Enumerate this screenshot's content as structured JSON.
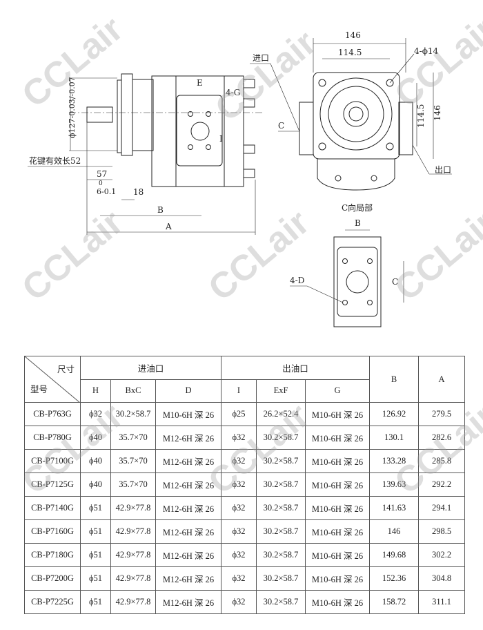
{
  "watermark": "CCLair",
  "drawing": {
    "side_view": {
      "dim_diameter": "ϕ127-0.03/-0.07",
      "spline_label": "花键有效长52",
      "dim_57": "57",
      "dim_6": "6-0.1",
      "dim_6_upper": "0",
      "dim_18": "18",
      "dim_B": "B",
      "dim_A": "A",
      "label_E": "E",
      "label_4G": "4-G",
      "label_I": "I"
    },
    "front_view": {
      "dim_146_top": "146",
      "dim_114_5_top": "114.5",
      "label_4phi14": "4-ϕ14",
      "dim_114_5_side": "114.5",
      "dim_146_side": "146",
      "inlet": "进口",
      "outlet": "出口",
      "label_C": "C"
    },
    "detail_view": {
      "title": "C向局部",
      "label_B": "B",
      "label_C": "C",
      "label_4D": "4-D"
    }
  },
  "table": {
    "corner_top": "尺寸",
    "corner_bottom": "型号",
    "inlet_group": "进油口",
    "outlet_group": "出油口",
    "columns": [
      "H",
      "BxC",
      "D",
      "I",
      "ExF",
      "G",
      "B",
      "A"
    ],
    "rows": [
      [
        "CB-P763G",
        "ϕ32",
        "30.2×58.7",
        "M10-6H 深 26",
        "ϕ25",
        "26.2×52.4",
        "M10-6H 深 26",
        "126.92",
        "279.5"
      ],
      [
        "CB-P780G",
        "ϕ40",
        "35.7×70",
        "M12-6H 深 26",
        "ϕ32",
        "30.2×58.7",
        "M10-6H 深 26",
        "130.1",
        "282.6"
      ],
      [
        "CB-P7100G",
        "ϕ40",
        "35.7×70",
        "M12-6H 深 26",
        "ϕ32",
        "30.2×58.7",
        "M10-6H 深 26",
        "133.28",
        "285.8"
      ],
      [
        "CB-P7125G",
        "ϕ40",
        "35.7×70",
        "M12-6H 深 26",
        "ϕ32",
        "30.2×58.7",
        "M10-6H 深 26",
        "139.63",
        "292.2"
      ],
      [
        "CB-P7140G",
        "ϕ51",
        "42.9×77.8",
        "M12-6H 深 26",
        "ϕ32",
        "30.2×58.7",
        "M10-6H 深 26",
        "141.63",
        "294.1"
      ],
      [
        "CB-P7160G",
        "ϕ51",
        "42.9×77.8",
        "M12-6H 深 26",
        "ϕ32",
        "30.2×58.7",
        "M10-6H 深 26",
        "146",
        "298.5"
      ],
      [
        "CB-P7180G",
        "ϕ51",
        "42.9×77.8",
        "M12-6H 深 26",
        "ϕ32",
        "30.2×58.7",
        "M10-6H 深 26",
        "149.68",
        "302.2"
      ],
      [
        "CB-P7200G",
        "ϕ51",
        "42.9×77.8",
        "M12-6H 深 26",
        "ϕ32",
        "30.2×58.7",
        "M10-6H 深 26",
        "152.36",
        "304.8"
      ],
      [
        "CB-P7225G",
        "ϕ51",
        "42.9×77.8",
        "M12-6H 深 26",
        "ϕ32",
        "30.2×58.7",
        "M10-6H 深 26",
        "158.72",
        "311.1"
      ]
    ]
  }
}
